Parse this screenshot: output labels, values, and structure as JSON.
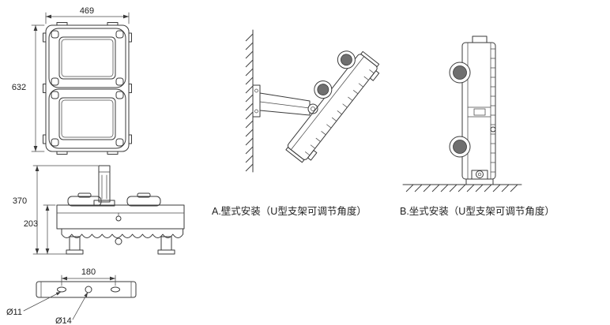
{
  "drawing": {
    "front_view": {
      "width_dim": "469",
      "height_dim": "632"
    },
    "side_view": {
      "overall_height_dim": "370",
      "fixture_height_dim": "203"
    },
    "bracket_view": {
      "hole_spacing_dim": "180",
      "slot_diameter": "Ø11",
      "hole_diameter": "Ø14"
    },
    "wall_mount_caption": "A.壁式安装（U型支架可调节角度）",
    "base_mount_caption": "B.坐式安装（U型支架可调节角度）"
  },
  "colors": {
    "line": "#3a3a3a",
    "dimension": "#4a4a4a",
    "text": "#222222",
    "cap_fill": "#6f6f6f",
    "background": "#ffffff"
  }
}
